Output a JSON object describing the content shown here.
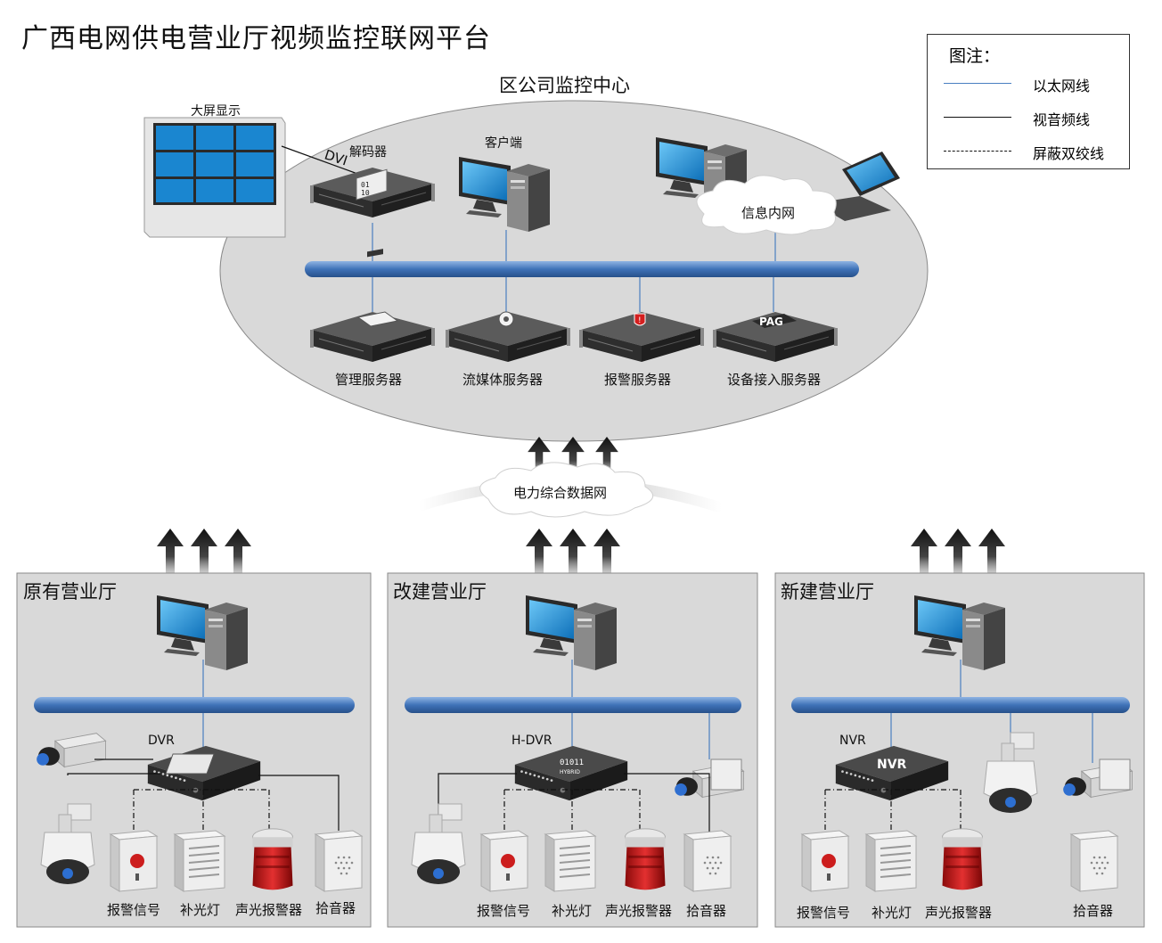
{
  "title": "广西电网供电营业厅视频监控联网平台",
  "center": {
    "label": "区公司监控中心",
    "big_screen": "大屏显示",
    "decoder": "解码器",
    "dvi": "DVI",
    "client": "客户端",
    "intranet": "信息内网",
    "servers": [
      {
        "label": "管理服务器",
        "icon": "management-server-icon"
      },
      {
        "label": "流媒体服务器",
        "icon": "media-server-icon"
      },
      {
        "label": "报警服务器",
        "icon": "alarm-server-icon"
      },
      {
        "label": "设备接入服务器",
        "icon": "pag-server-icon",
        "badge": "PAG"
      }
    ]
  },
  "network": {
    "label": "电力综合数据网"
  },
  "legend": {
    "title": "图注：",
    "items": [
      {
        "label": "以太网线",
        "style": "solid",
        "color": "#4a7fc1"
      },
      {
        "label": "视音频线",
        "style": "solid",
        "color": "#111111"
      },
      {
        "label": "屏蔽双绞线",
        "style": "dashdot",
        "color": "#111111"
      }
    ]
  },
  "halls": [
    {
      "title": "原有营业厅",
      "recorder": "DVR",
      "devices": [
        "报警信号",
        "补光灯",
        "声光报警器",
        "拾音器"
      ]
    },
    {
      "title": "改建营业厅",
      "recorder": "H-DVR",
      "recorder_badge": "01011 HYBRID",
      "devices": [
        "报警信号",
        "补光灯",
        "声光报警器",
        "拾音器"
      ]
    },
    {
      "title": "新建营业厅",
      "recorder": "NVR",
      "recorder_badge": "NVR",
      "devices": [
        "报警信号",
        "补光灯",
        "声光报警器",
        "拾音器"
      ]
    }
  ],
  "colors": {
    "ellipse": "#d9d9d9",
    "panel": "#d9d9d9",
    "bus": "#4a7fc1",
    "ethernet": "#4a7fc1",
    "device_dark": "#3a3a3a",
    "screen_blue": "#1c8fd6"
  }
}
